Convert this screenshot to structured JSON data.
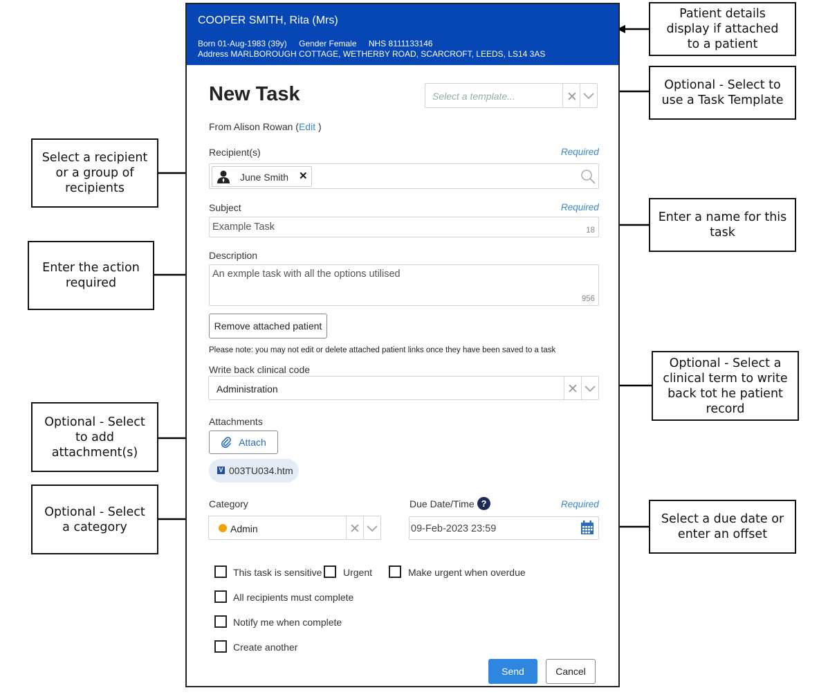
{
  "callouts": {
    "patient_details": "Patient details\ndisplay if attached\nto a patient",
    "task_template": "Optional - Select to\nuse a Task Template",
    "recipient": "Select a recipient\nor a group of\nrecipients",
    "task_name": "Enter a name for this\ntask",
    "action_required": "Enter the action\nrequired",
    "clinical_term": "Optional - Select a\nclinical term to write\nback tot he patient\nrecord",
    "attachments": "Optional - Select\nto add\nattachment(s)",
    "category": "Optional - Select\na category",
    "due_date": "Select a due date or\nenter an offset"
  },
  "patient": {
    "surname": "COOPER SMITH,",
    "forename": "Rita (Mrs)",
    "born_label": "Born",
    "born_value": "01-Aug-1983 (39y)",
    "gender_label": "Gender",
    "gender_value": "Female",
    "nhs_label": "NHS",
    "nhs_value": "8111133146",
    "address_label": "Address",
    "address_value": "MARLBOROUGH COTTAGE,   WETHERBY ROAD, SCARCROFT, LEEDS, LS14 3AS"
  },
  "form": {
    "title": "New Task",
    "template_placeholder": "Select a template...",
    "from_label": "From",
    "from_value": "Alison Rowan",
    "edit_open": "(",
    "edit_label": "Edit",
    "edit_close": ")",
    "recipients_label": "Recipient(s)",
    "required": "Required",
    "recipient_chip": "June Smith",
    "subject_label": "Subject",
    "subject_value": "Example Task",
    "subject_count": "18",
    "description_label": "Description",
    "description_value": "An exmple task with all the options utilised",
    "description_count": "956",
    "remove_patient_button": "Remove attached patient",
    "note": "Please note: you may not edit or delete attached patient links once they have been saved to a task",
    "write_back_label": "Write back clinical code",
    "write_back_value": "Administration",
    "attachments_label": "Attachments",
    "attach_button": "Attach",
    "attachment_file": "003TU034.htm",
    "category_label": "Category",
    "category_value": "Admin",
    "category_color": "#f0a30a",
    "due_label": "Due Date/Time",
    "due_value": "09-Feb-2023 23:59",
    "checkboxes": {
      "sensitive": "This task is sensitive",
      "urgent": "Urgent",
      "urgent_overdue": "Make urgent when overdue",
      "all_complete": "All recipients must complete",
      "notify": "Notify me when complete",
      "create_another": "Create another"
    },
    "send_button": "Send",
    "cancel_button": "Cancel"
  },
  "colors": {
    "banner": "#0747b5",
    "accent": "#3a86c8",
    "send_button": "#2f86de"
  }
}
